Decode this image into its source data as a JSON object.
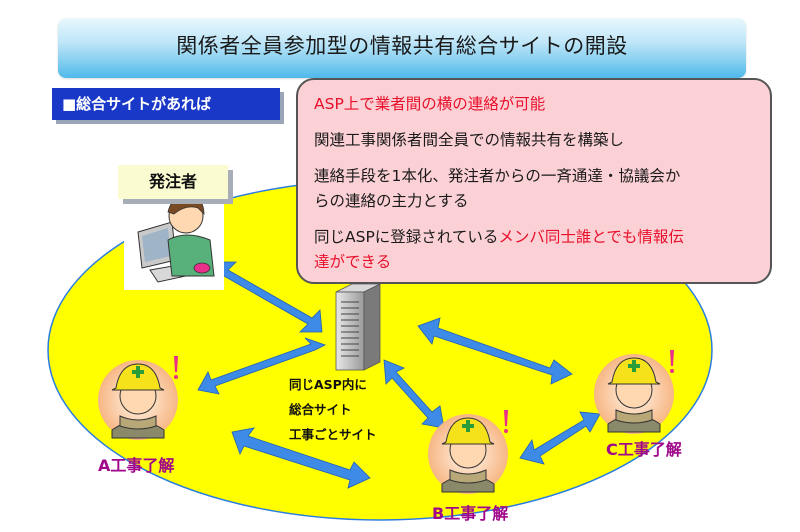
{
  "title": "関係者全員参加型の情報共有総合サイトの開設",
  "section_tag": "■総合サイトがあれば",
  "client_label": "発注者",
  "callout": {
    "line1": "ASP上で業者間の横の連絡が可能",
    "line2": "関連工事関係者間全員での情報共有を構築し",
    "line3a": "連絡手段を1本化、発注者からの一斉通達・協議会か",
    "line3b": "らの連絡の主力とする",
    "line4_pre": "同じASPに登録されている",
    "line4_red1": "メンバ同士誰とでも情報伝",
    "line4_red2": "達ができる"
  },
  "server_text": [
    "同じASP内に",
    "総合サイト",
    "工事ごとサイト"
  ],
  "workers": {
    "a": "A工事了解",
    "b": "B工事了解",
    "c": "C工事了解"
  },
  "colors": {
    "ellipse_fill": "#ffff00",
    "arrow": "#3d8be6",
    "callout_fill": "#fcd1d6",
    "worker_label": "#a0078a",
    "tag_fill": "#1a38c8"
  }
}
